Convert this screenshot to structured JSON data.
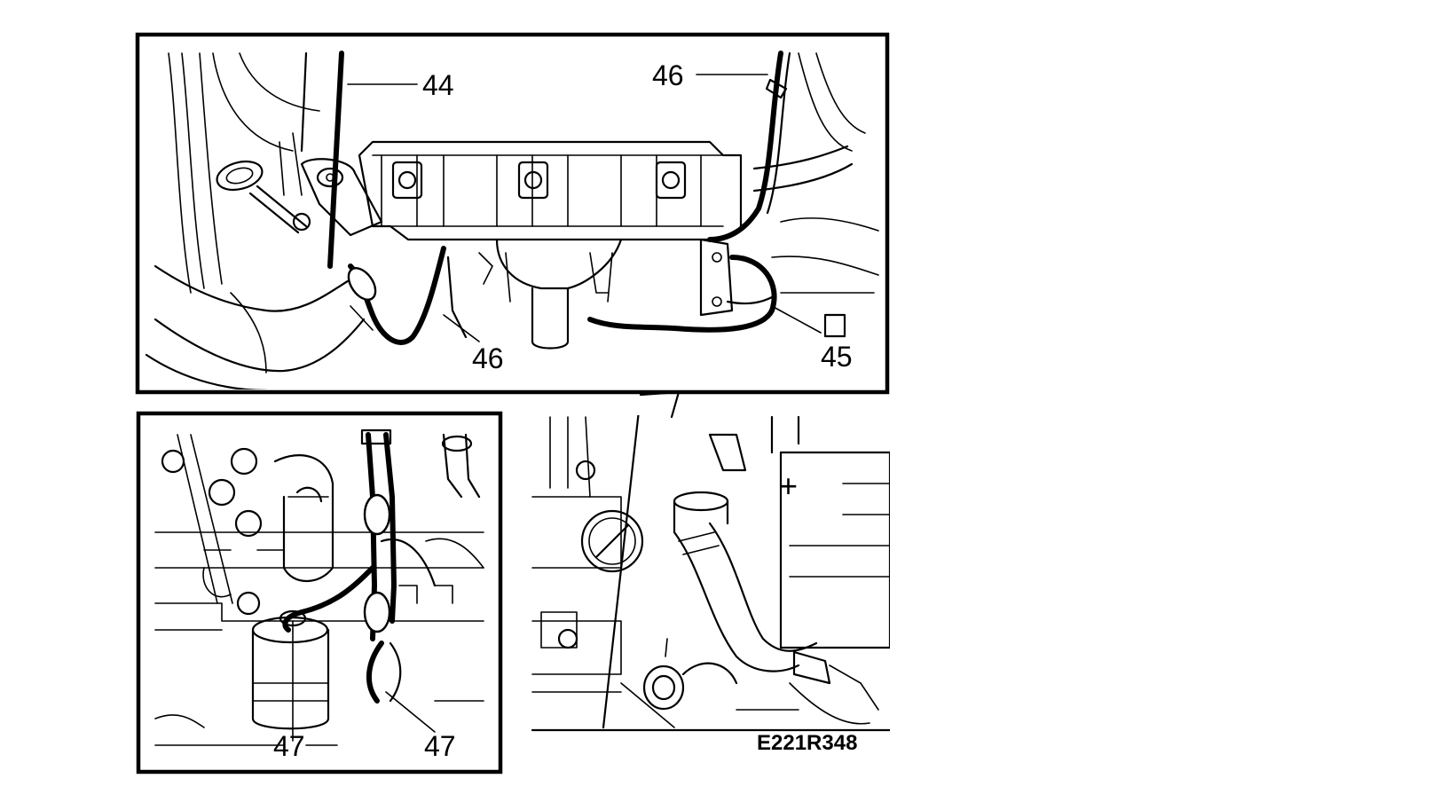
{
  "figure": {
    "code": "E221R348",
    "callouts": {
      "c44": "44",
      "c45": "45",
      "c46_top": "46",
      "c46_bottom": "46",
      "c47_left": "47",
      "c47_right": "47"
    },
    "marks": {
      "plus_symbol": "+"
    }
  }
}
